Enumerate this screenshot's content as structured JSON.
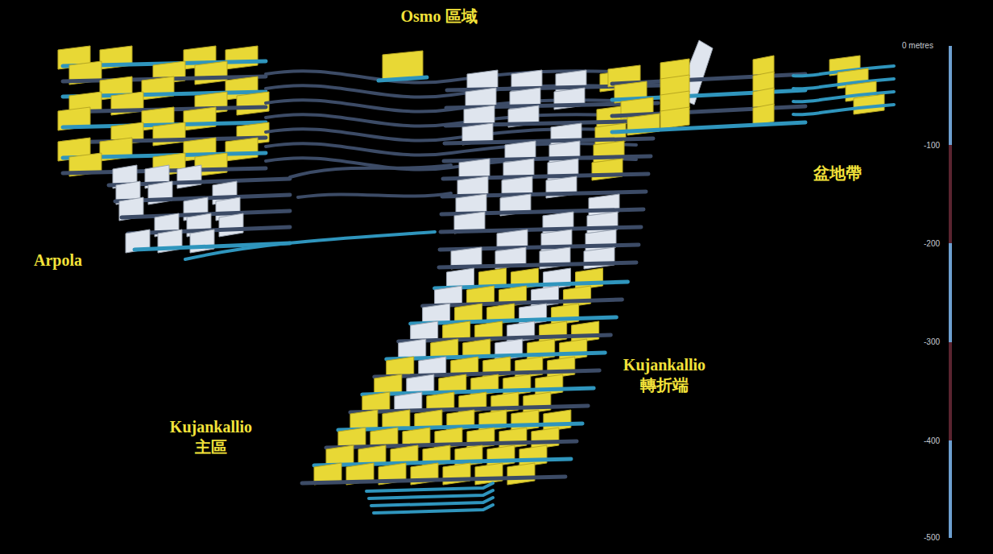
{
  "diagram": {
    "labels": [
      "Osmo 區域",
      "0 metres",
      "-100",
      "盆地帶",
      "-200",
      "Arpola",
      "-300",
      "Kujankallio 轉折端",
      "Kujankallio 主區",
      "-400",
      "-500"
    ]
  }
}
